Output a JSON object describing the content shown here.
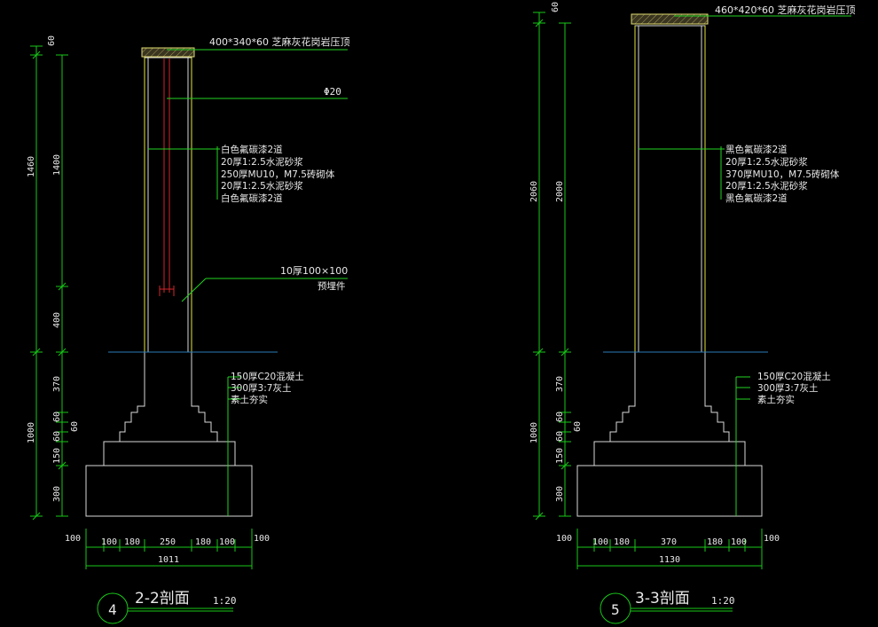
{
  "sections": [
    {
      "id": "section-2-2",
      "number": "4",
      "title": "2-2剖面",
      "scale": "1:20",
      "cap_label": "400*340*60  芝麻灰花岗岩压顶",
      "rod_label": "Φ20",
      "layers": [
        "白色氟碳漆2道",
        "20厚1:2.5水泥砂浆",
        "250厚MU10，M7.5砖砌体",
        "20厚1:2.5水泥砂浆",
        "白色氟碳漆2道"
      ],
      "embed_label_1": "10厚100×100",
      "embed_label_2": "预埋件",
      "found_layers": [
        "150厚C20混凝土",
        "300厚3:7灰土",
        "素土夯实"
      ],
      "dims_outer": [
        "60",
        "1460",
        "1000"
      ],
      "dims_inner": [
        "1400",
        "400",
        "370",
        "60",
        "60",
        "60",
        "150",
        "300"
      ],
      "bottom_dims": [
        "100",
        "100",
        "180",
        "250",
        "180",
        "100",
        "100"
      ],
      "total_width": "1011"
    },
    {
      "id": "section-3-3",
      "number": "5",
      "title": "3-3剖面",
      "scale": "1:20",
      "cap_label": "460*420*60  芝麻灰花岗岩压顶",
      "layers": [
        "黑色氟碳漆2道",
        "20厚1:2.5水泥砂浆",
        "370厚MU10，M7.5砖砌体",
        "20厚1:2.5水泥砂浆",
        "黑色氟碳漆2道"
      ],
      "found_layers": [
        "150厚C20混凝土",
        "300厚3:7灰土",
        "素土夯实"
      ],
      "dims_outer": [
        "60",
        "2060",
        "1000"
      ],
      "dims_inner": [
        "2000",
        "370",
        "60",
        "60",
        "60",
        "150",
        "300"
      ],
      "bottom_dims": [
        "100",
        "100",
        "180",
        "370",
        "180",
        "100",
        "100"
      ],
      "total_width": "1130"
    }
  ]
}
